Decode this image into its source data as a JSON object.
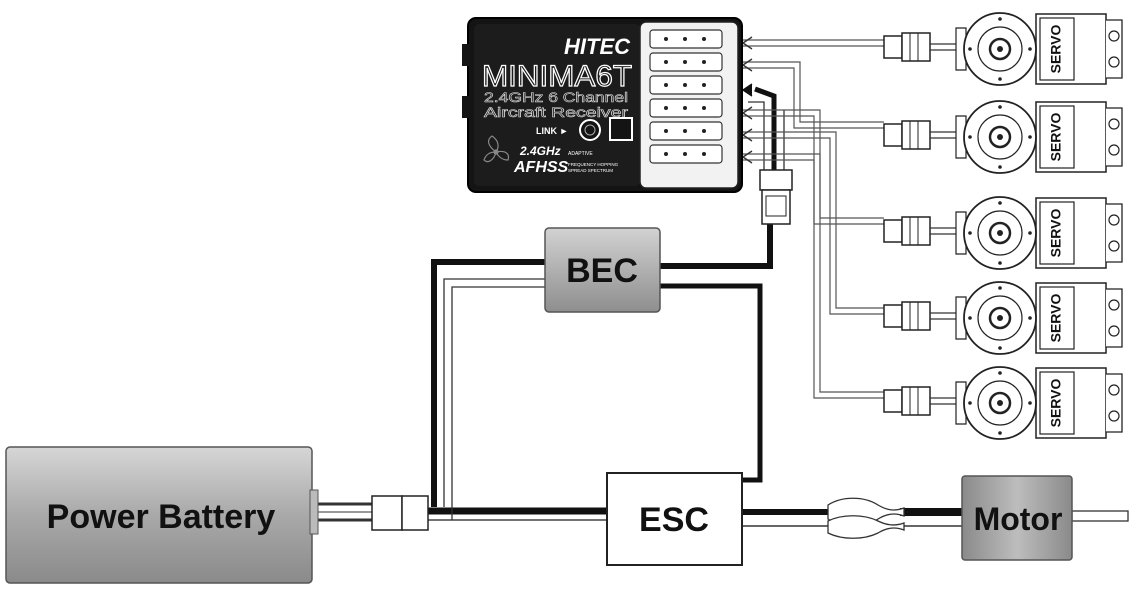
{
  "components": {
    "battery": {
      "label": "Power Battery"
    },
    "bec": {
      "label": "BEC"
    },
    "esc": {
      "label": "ESC"
    },
    "motor": {
      "label": "Motor"
    }
  },
  "receiver": {
    "brand": "HITEC",
    "model": "MINIMA6T",
    "line1": "2.4GHz 6 Channel",
    "line2": "Aircraft Receiver",
    "link_label": "LINK ►",
    "band": "2.4GHz",
    "band_note": "ADAPTIVE",
    "protocol": "AFHSS",
    "protocol_note1": "FREQUENCY HOPPING",
    "protocol_note2": "SPREAD SPECTRUM"
  },
  "servos": [
    {
      "label": "SERVO"
    },
    {
      "label": "SERVO"
    },
    {
      "label": "SERVO"
    },
    {
      "label": "SERVO"
    },
    {
      "label": "SERVO"
    }
  ],
  "colors": {
    "box_gray": "#9a9a9a",
    "receiver_body": "#141414",
    "wire_dark": "#111111"
  }
}
